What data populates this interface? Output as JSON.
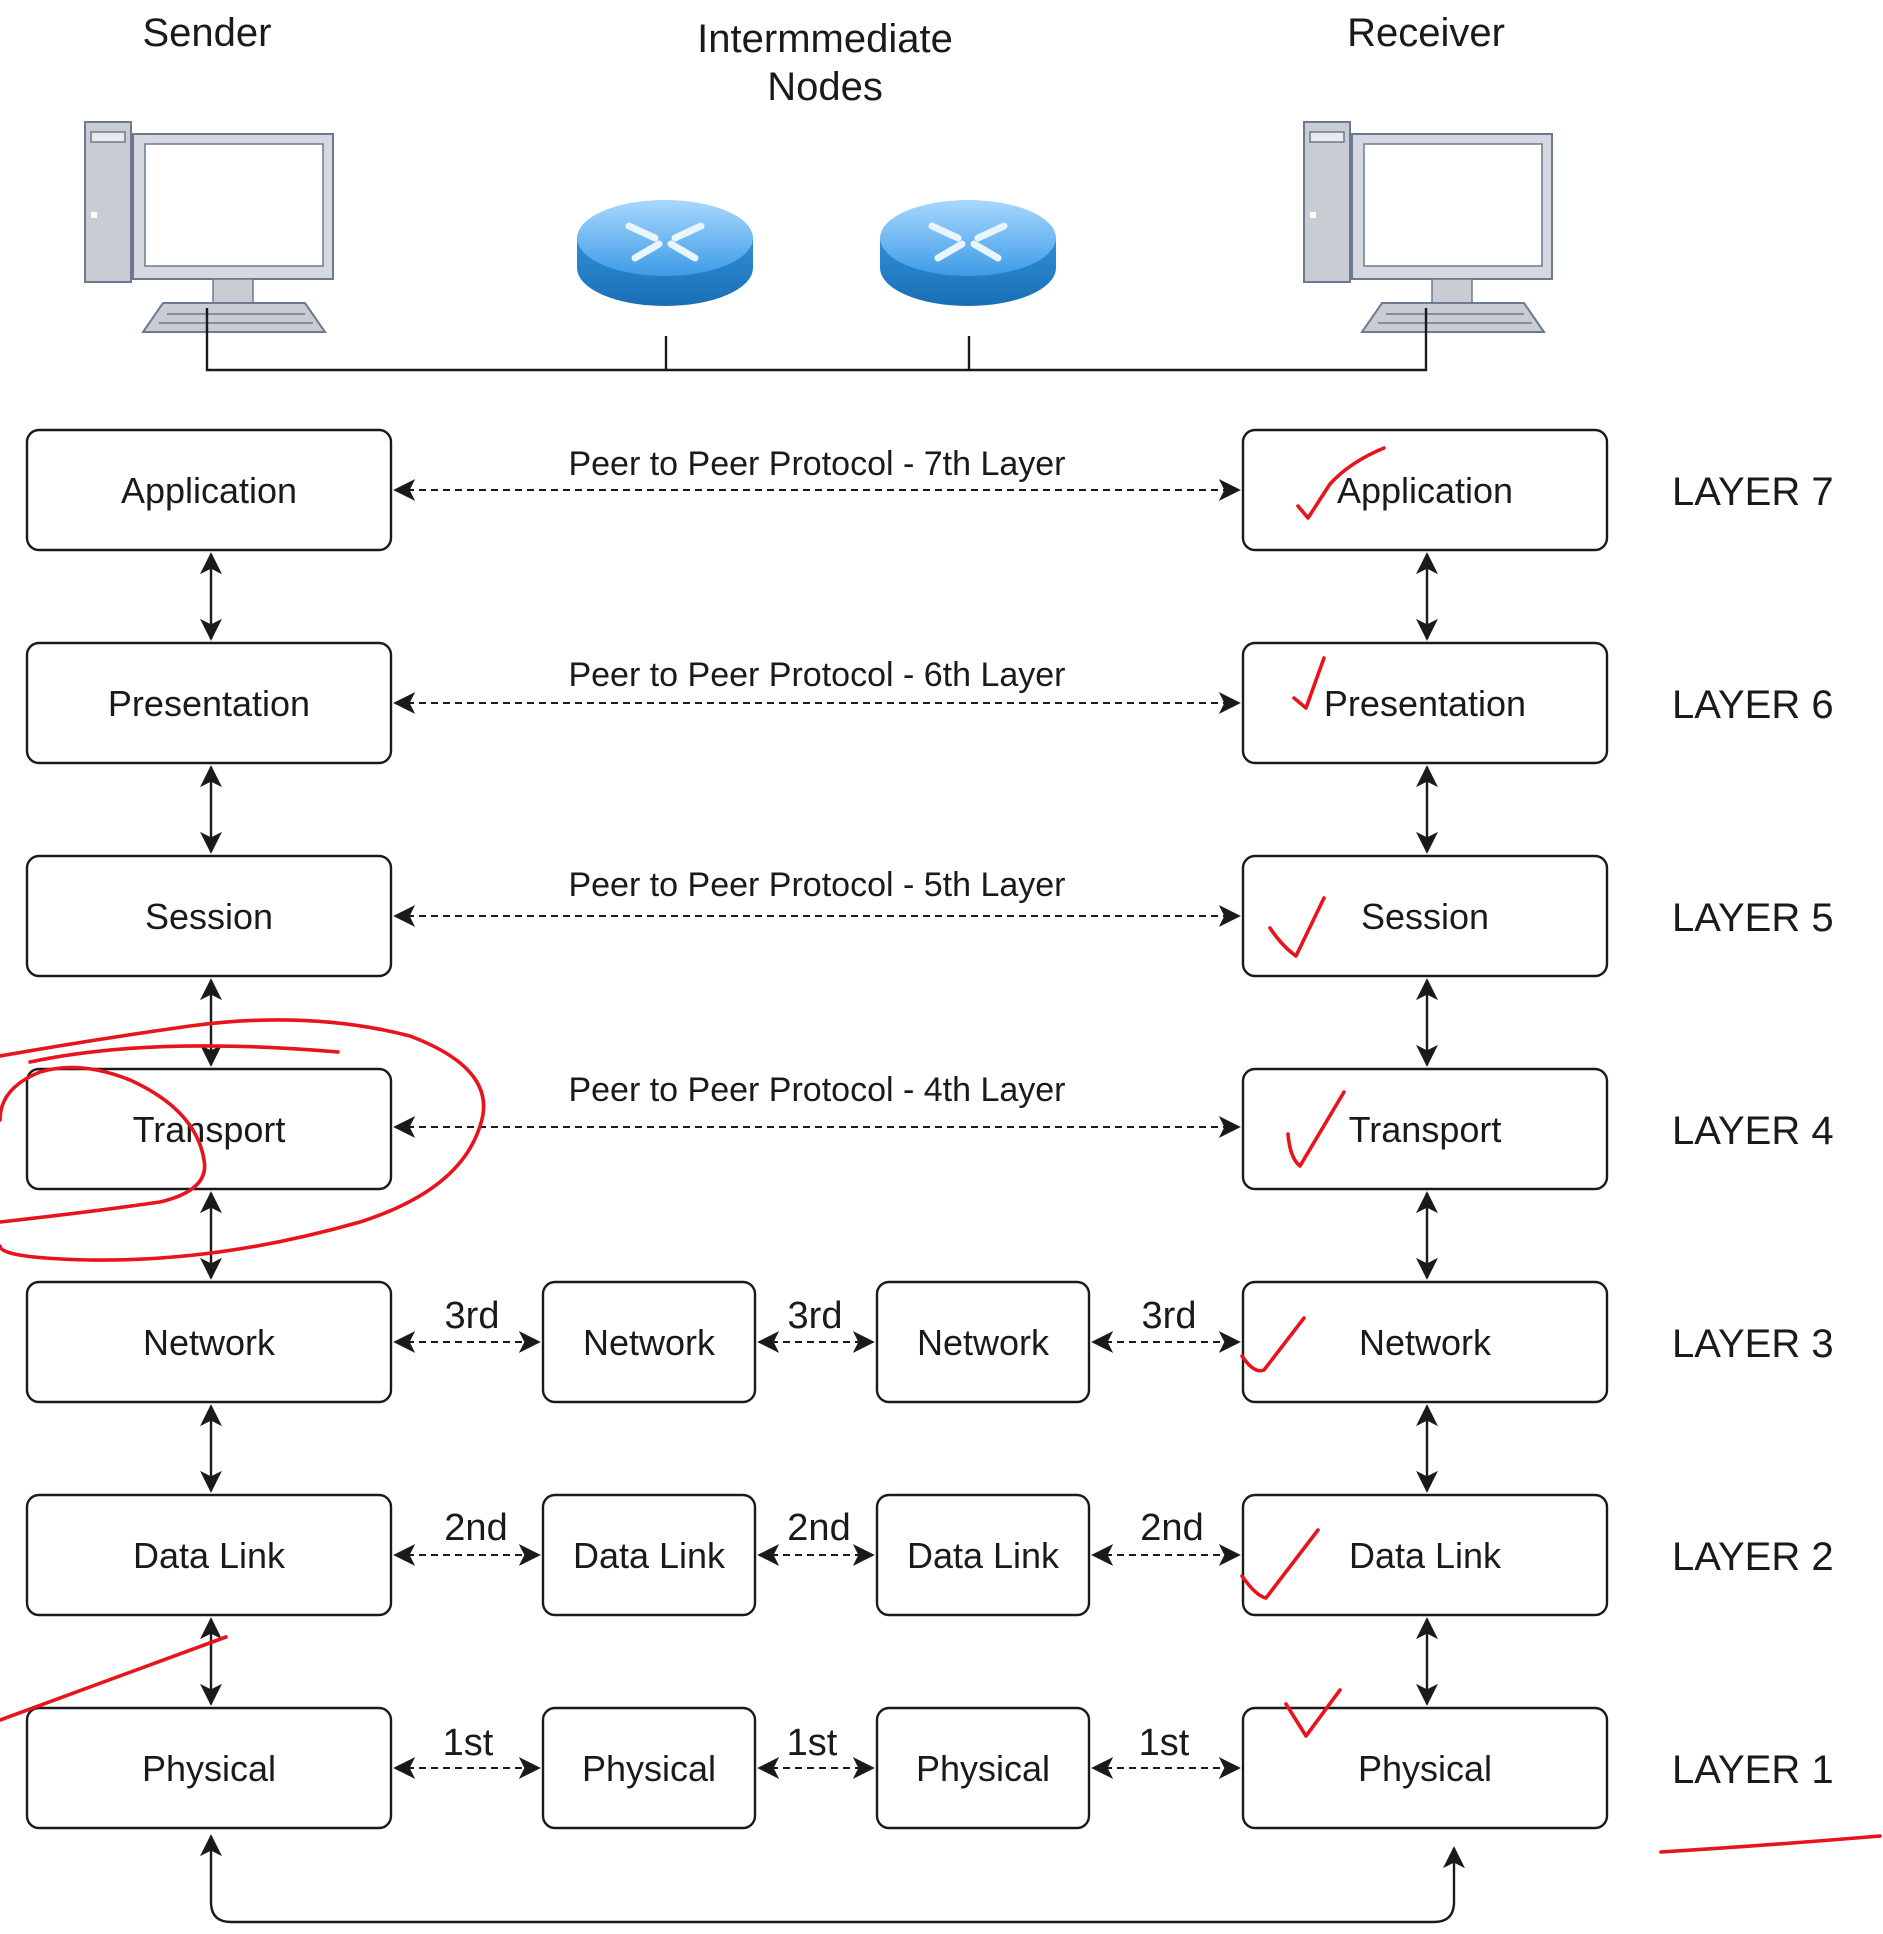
{
  "title_labels": {
    "sender": "Sender",
    "intermediate": [
      "Intermmediate",
      "Nodes"
    ],
    "receiver": "Receiver"
  },
  "layers": [
    {
      "layer_label": "LAYER 7",
      "name": "Application",
      "peer_label": "Peer to Peer Protocol - 7th Layer"
    },
    {
      "layer_label": "LAYER 6",
      "name": "Presentation",
      "peer_label": "Peer to Peer Protocol - 6th Layer"
    },
    {
      "layer_label": "LAYER 5",
      "name": "Session",
      "peer_label": "Peer to Peer Protocol - 5th Layer"
    },
    {
      "layer_label": "LAYER 4",
      "name": "Transport",
      "peer_label": "Peer to Peer Protocol - 4th Layer"
    },
    {
      "layer_label": "LAYER 3",
      "name": "Network",
      "hop_label": "3rd"
    },
    {
      "layer_label": "LAYER 2",
      "name": "Data Link",
      "hop_label": "2nd"
    },
    {
      "layer_label": "LAYER 1",
      "name": "Physical",
      "hop_label": "1st"
    }
  ],
  "colors": {
    "line": "#1a1a1a",
    "box_fill": "#ffffff",
    "annotation_ink": "#e8141c",
    "router_blue": "#2f8fd8",
    "computer_gray": "#c9ccd2"
  },
  "icons": {
    "sender": "desktop-computer-icon",
    "receiver": "desktop-computer-icon",
    "intermediate": "router-icon"
  }
}
